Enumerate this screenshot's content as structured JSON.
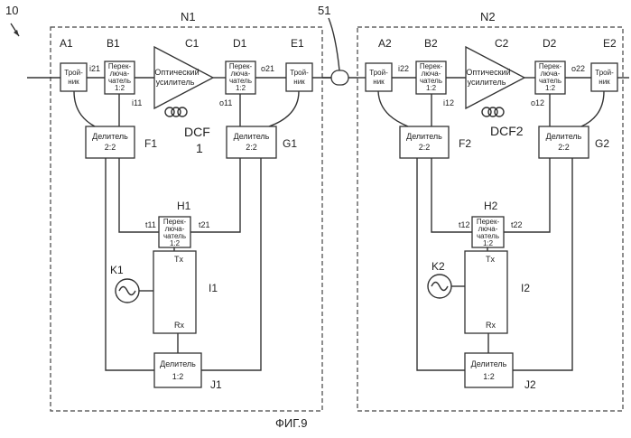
{
  "figure": {
    "ref": "10",
    "caption": "ФИГ.9",
    "fiber": "51"
  },
  "nodes": [
    {
      "name": "N1",
      "tee_in": {
        "label": "A1",
        "text": [
          "Трой-",
          "ник"
        ]
      },
      "switch_in": {
        "label": "B1",
        "text": [
          "Перек-",
          "лючa-",
          "чатель",
          "1:2"
        ],
        "port_a": "i21",
        "port_b": "i11"
      },
      "amp": {
        "label": "C1",
        "text": [
          "Оптический",
          "усилитель"
        ]
      },
      "switch_out": {
        "label": "D1",
        "text": [
          "Перек-",
          "лючa-",
          "чатель",
          "1:2"
        ],
        "port_a": "o11",
        "port_b": "o21"
      },
      "tee_out": {
        "label": "E1",
        "text": [
          "Трой-",
          "ник"
        ]
      },
      "dcf": [
        "DCF",
        "1"
      ],
      "splitter_in": {
        "label": "F1",
        "text": [
          "Делитель",
          "2:2"
        ]
      },
      "splitter_out": {
        "label": "G1",
        "text": [
          "Делитель",
          "2:2"
        ]
      },
      "switch_test": {
        "label": "H1",
        "text": [
          "Перек-",
          "лючa-",
          "чатель",
          "1:2"
        ],
        "port_a": "t11",
        "port_b": "t21"
      },
      "osc": {
        "label": "K1"
      },
      "tester": {
        "label": "I1",
        "tx": "Tx",
        "rx": "Rx"
      },
      "splitter_bottom": {
        "label": "J1",
        "text": [
          "Делитель",
          "1:2"
        ]
      }
    },
    {
      "name": "N2",
      "tee_in": {
        "label": "A2",
        "text": [
          "Трой-",
          "ник"
        ]
      },
      "switch_in": {
        "label": "B2",
        "text": [
          "Перек-",
          "лючa-",
          "чатель",
          "1:2"
        ],
        "port_a": "i22",
        "port_b": "i12"
      },
      "amp": {
        "label": "C2",
        "text": [
          "Оптический",
          "усилитель"
        ]
      },
      "switch_out": {
        "label": "D2",
        "text": [
          "Перек-",
          "лючa-",
          "чатель",
          "1:2"
        ],
        "port_a": "o12",
        "port_b": "o22"
      },
      "tee_out": {
        "label": "E2",
        "text": [
          "Трой-",
          "ник"
        ]
      },
      "dcf": [
        "DCF2"
      ],
      "splitter_in": {
        "label": "F2",
        "text": [
          "Делитель",
          "2:2"
        ]
      },
      "splitter_out": {
        "label": "G2",
        "text": [
          "Делитель",
          "2:2"
        ]
      },
      "switch_test": {
        "label": "H2",
        "text": [
          "Перек-",
          "лючa-",
          "чатель",
          "1:2"
        ],
        "port_a": "t12",
        "port_b": "t22"
      },
      "osc": {
        "label": "K2"
      },
      "tester": {
        "label": "I2",
        "tx": "Tx",
        "rx": "Rx"
      },
      "splitter_bottom": {
        "label": "J2",
        "text": [
          "Делитель",
          "1:2"
        ]
      }
    }
  ]
}
